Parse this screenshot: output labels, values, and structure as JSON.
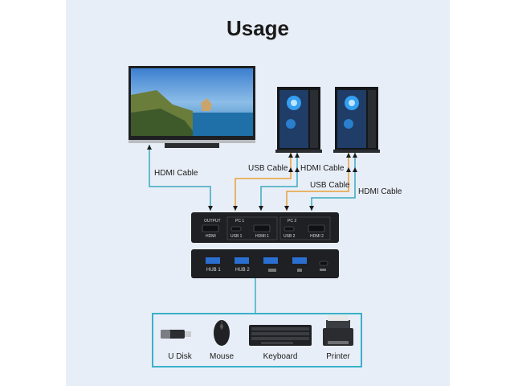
{
  "title": "Usage",
  "cables": {
    "hdmi_left": "HDMI Cable",
    "usb_pc1": "USB Cable",
    "hdmi_pc1": "HDMI Cable",
    "usb_pc2": "USB Cable",
    "hdmi_pc2": "HDMI Cable"
  },
  "switch_front": {
    "output": "OUTPUT",
    "output_hdmi": "HDMI",
    "pc1": "PC 1",
    "pc1_usb": "USB 1",
    "pc1_hdmi": "HDMI 1",
    "pc2": "PC 2",
    "pc2_usb": "USB 2",
    "pc2_hdmi": "HDMI 2"
  },
  "switch_back": {
    "hub1": "HUB 1",
    "hub2": "HUB 2"
  },
  "peripherals": [
    {
      "label": "U Disk",
      "icon": "usb-disk-icon"
    },
    {
      "label": "Mouse",
      "icon": "mouse-icon"
    },
    {
      "label": "Keyboard",
      "icon": "keyboard-icon"
    },
    {
      "label": "Printer",
      "icon": "printer-icon"
    }
  ],
  "colors": {
    "panel_bg": "#e8eef7",
    "hdmi_line": "#3aa8c0",
    "usb_line": "#e8a13a",
    "device_box": "#39b1c9",
    "device_dark": "#1e2023"
  }
}
